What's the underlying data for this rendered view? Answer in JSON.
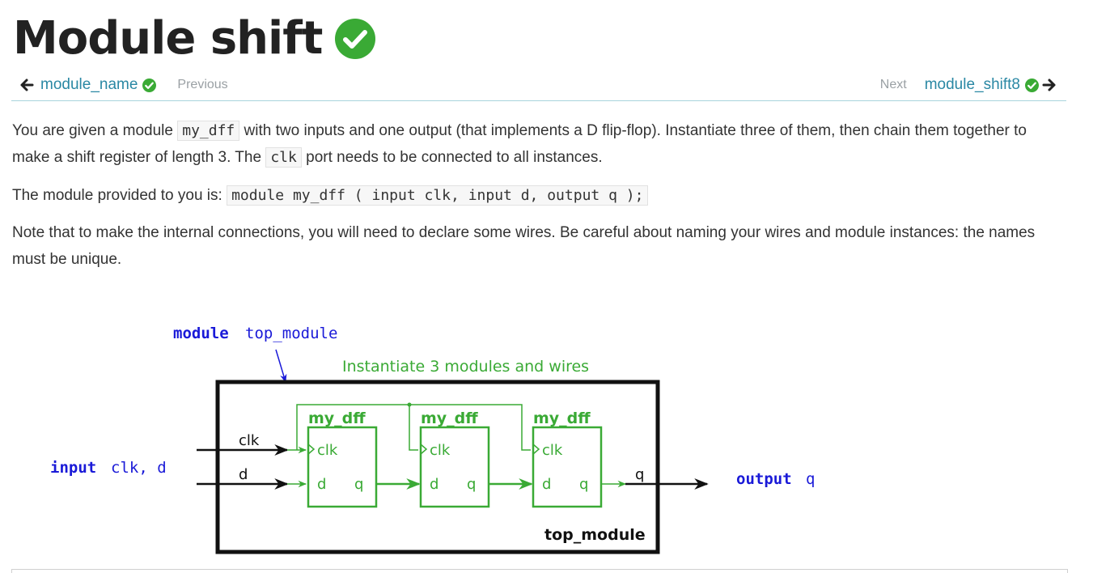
{
  "page": {
    "title": "Module shift"
  },
  "nav": {
    "prev_link": "module_name",
    "prev_label": "Previous",
    "next_label": "Next",
    "next_link": "module_shift8"
  },
  "body": {
    "p1_a": "You are given a module ",
    "p1_code1": "my_dff",
    "p1_b": " with two inputs and one output (that implements a D flip-flop). Instantiate three of them, then chain them together to make a shift register of length 3. The ",
    "p1_code2": "clk",
    "p1_c": " port needs to be connected to all instances.",
    "p2_a": "The module provided to you is: ",
    "p2_code": "module my_dff ( input clk, input d, output q );",
    "p3": "Note that to make the internal connections, you will need to declare some wires. Be careful about naming your wires and module instances: the names must be unique."
  },
  "diagram": {
    "module_kw": "module",
    "module_name": "top_module",
    "instantiate_note": "Instantiate 3 modules and wires",
    "input_kw": "input",
    "input_ports": "clk, d",
    "output_kw": "output",
    "output_port": "q",
    "clk_label": "clk",
    "d_label": "d",
    "q_label": "q",
    "box_label": "top_module",
    "dff_name": "my_dff",
    "dff_clk": "clk",
    "dff_d": "d",
    "dff_q": "q",
    "colors": {
      "green": "#3aaa35",
      "blue": "#1a1ad8",
      "black": "#111111"
    }
  }
}
